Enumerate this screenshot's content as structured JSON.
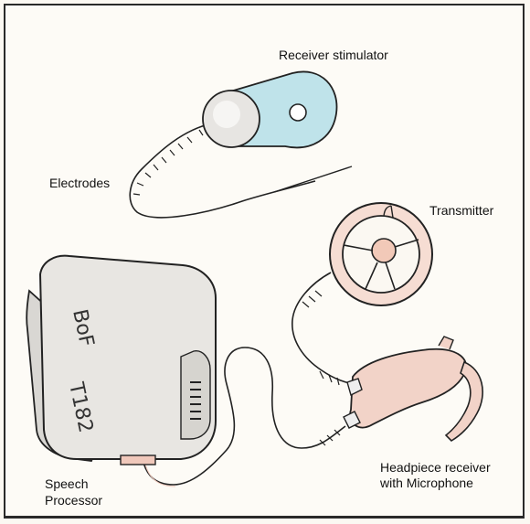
{
  "labels": {
    "receiver_stimulator": "Receiver stimulator",
    "electrodes": "Electrodes",
    "transmitter": "Transmitter",
    "headpiece_line1": "Headpiece receiver",
    "headpiece_line2": "with Microphone",
    "speech_line1": "Speech",
    "speech_line2": "Processor"
  },
  "device_markings": {
    "line1": "BoF",
    "line2": "T182"
  },
  "colors": {
    "stimulator_fill": "#bfe3ea",
    "headpiece_fill": "#f2d3c8",
    "transmitter_fill": "#f6ddd3",
    "processor_fill": "#e8e6e2",
    "ink": "#222222"
  }
}
